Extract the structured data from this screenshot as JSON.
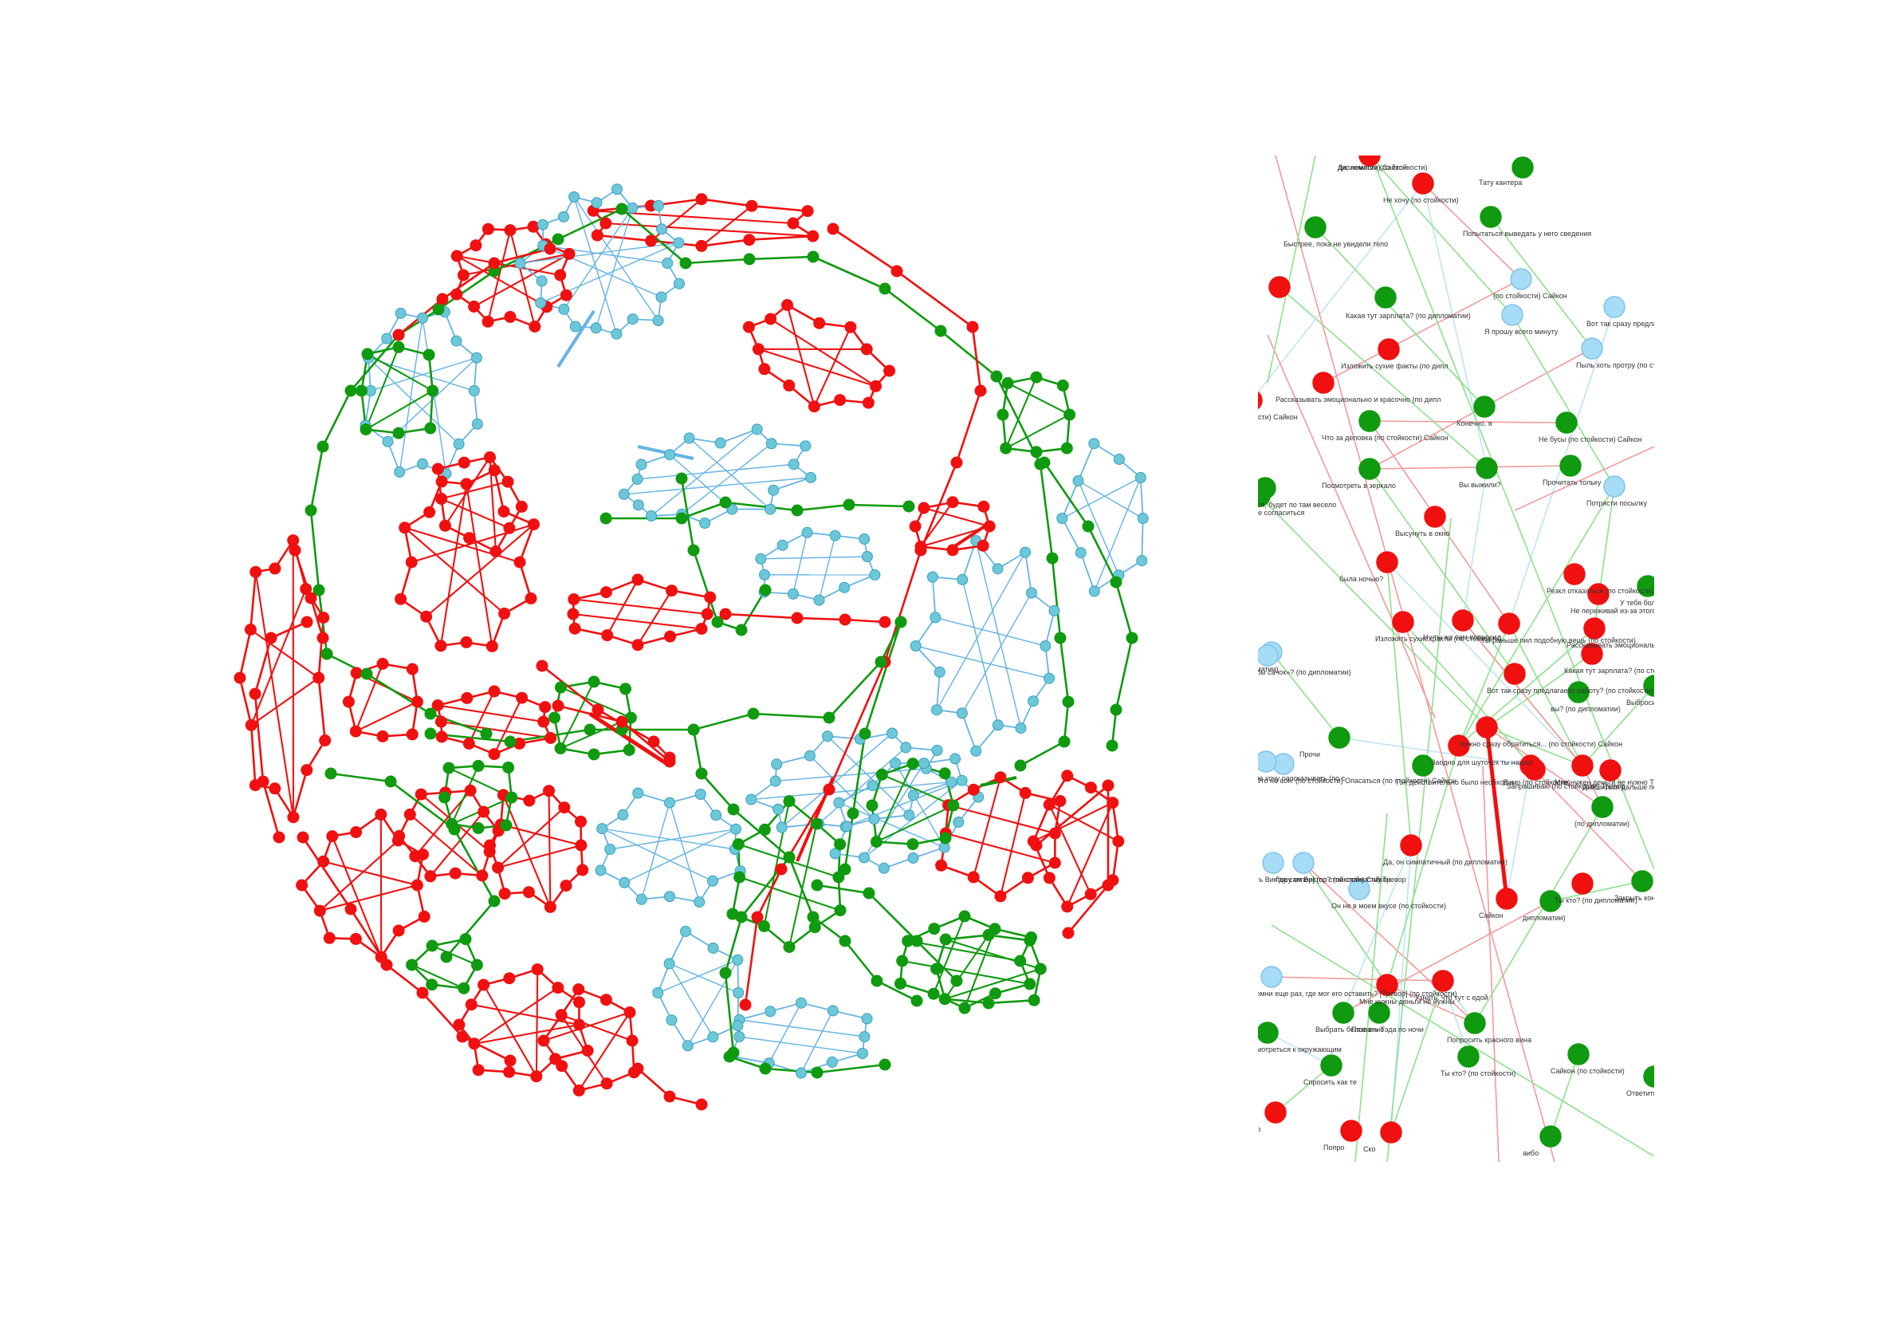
{
  "colors": {
    "red": "#f01010",
    "green": "#0f9a0f",
    "blue": "#66b4e4",
    "blue_fill": "#6cc8d8",
    "blue_light": "#a6dcf6"
  },
  "overview": {
    "legend_colors": [
      "red",
      "green",
      "blue"
    ]
  },
  "detail": {
    "labels": [
      {
        "text": "Да, немного (по стойкости)",
        "color": "red"
      },
      {
        "text": "Тату кантера",
        "color": "green"
      },
      {
        "text": "Не хочу (по стойкости)",
        "color": "red"
      },
      {
        "text": "Попытаться выведать у него сведения",
        "color": "green"
      },
      {
        "text": "Быстрее, пока не увидели тело",
        "color": "green"
      },
      {
        "text": "Сайкон",
        "color": "red"
      },
      {
        "text": "Какая тут зарплата? (по дипломатии)",
        "color": "blue"
      },
      {
        "text": "(по стойкости) Сайкон",
        "color": "red"
      },
      {
        "text": "Я прошу всего минуту",
        "color": "green"
      },
      {
        "text": "Вот так сразу предлагаете работу? (по дипломатии)",
        "color": "blue"
      },
      {
        "text": "Изложить сухие факты (по дипл",
        "color": "blue"
      },
      {
        "text": "Пыль хоть протру (по стойкости)",
        "color": "red"
      },
      {
        "text": "Рассказывать эмоционально и красочно (по дипл",
        "color": "blue"
      },
      {
        "text": "(по стойкости) Сайкон",
        "color": "red"
      },
      {
        "text": "Что за деловка (по стойкости) Сайкон",
        "color": "red"
      },
      {
        "text": "Конечно, я",
        "color": "blue"
      },
      {
        "text": "Не бусы (по стойкости) Сайкон",
        "color": "red"
      },
      {
        "text": "Потрясти посылку",
        "color": "green"
      },
      {
        "text": "Уважиться, будет по там весело",
        "color": "green"
      },
      {
        "text": "Посмотреть в зеркало",
        "color": "green"
      },
      {
        "text": "Вы выжили?",
        "color": "green"
      },
      {
        "text": "Прочитать тольку",
        "color": "green"
      },
      {
        "text": "Конечно же согласиться",
        "color": "green"
      },
      {
        "text": "Высунуть в окно",
        "color": "green"
      },
      {
        "text": "была ночью?",
        "color": "green"
      },
      {
        "text": "Резкл отказаться (по стойкости)",
        "color": "red"
      },
      {
        "text": "Не переживай из-за этого дурака Тэда! (по стойкости) Сайкон",
        "color": "red"
      },
      {
        "text": "дипломатии)",
        "color": "blue"
      },
      {
        "text": "Изложить сухие факты (по стойкости)",
        "color": "red"
      },
      {
        "text": "Ну ты же сам попросил",
        "color": "red"
      },
      {
        "text": "У тебя большая семья? (по стойкости)",
        "color": "red"
      },
      {
        "text": "Ты раньше пил подобную вещь (по стойкости)",
        "color": "red"
      },
      {
        "text": "Рассказывать эмоционально и красочно (по стойкости)",
        "color": "red"
      },
      {
        "text": "Какая тут зарплата? (по стойкости)",
        "color": "red"
      },
      {
        "text": "Вот так сразу предлагаете работу? (по стойкости)",
        "color": "red"
      },
      {
        "text": "клуб «Игры сачок»? (по дипломатии)",
        "color": "blue"
      },
      {
        "text": "вы? (по дипломатии)",
        "color": "blue"
      },
      {
        "text": "Прочи",
        "color": "green"
      },
      {
        "text": "Это не сон! (по стойкости) Опасаться (по стойкости) Сайкон",
        "color": "red"
      },
      {
        "text": "Заодно для шуточек ты нашел",
        "color": "green"
      },
      {
        "text": "Нужно сразу обратиться... (по стойкости) Сайкон",
        "color": "red"
      },
      {
        "text": "Выбросить таблетку",
        "color": "green"
      },
      {
        "text": "Тэн действительно было необходимо (по стойкости)",
        "color": "red"
      },
      {
        "text": "Но я не хочу рассказывать (по с",
        "color": "red"
      },
      {
        "text": "Я н",
        "color": "green"
      },
      {
        "text": "Мне нужен деньги не нужно Тревор",
        "color": "green"
      },
      {
        "text": "Запрашиваю (по стойкости) Тревор",
        "color": "red"
      },
      {
        "text": "Двишиться дальше по",
        "color": "green"
      },
      {
        "text": "(по дипломатии)",
        "color": "blue"
      },
      {
        "text": "Где сам Виктор? (по стойкости) Тревор",
        "color": "red"
      },
      {
        "text": "Да, он симпатичный (по дипломатии)",
        "color": "blue"
      },
      {
        "text": "[Дать Виктору отпор] (по стойкости) Сайкон",
        "color": "red"
      },
      {
        "text": "Он не в моем вкусе (по стойкости)",
        "color": "red"
      },
      {
        "text": "Сайкон",
        "color": "red"
      },
      {
        "text": "Закрыть конфликт",
        "color": "green"
      },
      {
        "text": "Ты кто? (по дипломатии)",
        "color": "blue"
      },
      {
        "text": "дипломатии)",
        "color": "blue"
      },
      {
        "text": "Вспомни еще раз, где мог его оставить? [Тревор] (по стойкости)",
        "color": "red"
      },
      {
        "text": "Мне нужны деньги не нужны",
        "color": "green"
      },
      {
        "text": "Узнать, что тут с едой",
        "color": "green"
      },
      {
        "text": "Выбрать белое вино",
        "color": "green"
      },
      {
        "text": "Присмотреться к окружающим",
        "color": "green"
      },
      {
        "text": "Попросить красного вина",
        "color": "green"
      },
      {
        "text": "Позвать Тэда по ночи",
        "color": "green"
      },
      {
        "text": "Спросить как те",
        "color": "green"
      },
      {
        "text": "Ты кто? (по стойкости)",
        "color": "red"
      },
      {
        "text": "Сайкон (по стойкости)",
        "color": "red"
      },
      {
        "text": "Ответить вежл",
        "color": "green"
      },
      {
        "text": "Спр",
        "color": "green"
      },
      {
        "text": "Попро",
        "color": "green"
      },
      {
        "text": "Ско",
        "color": "green"
      },
      {
        "text": "аибо",
        "color": "green"
      },
      {
        "text": "дипломатии) Сайкон",
        "color": "red"
      }
    ]
  }
}
